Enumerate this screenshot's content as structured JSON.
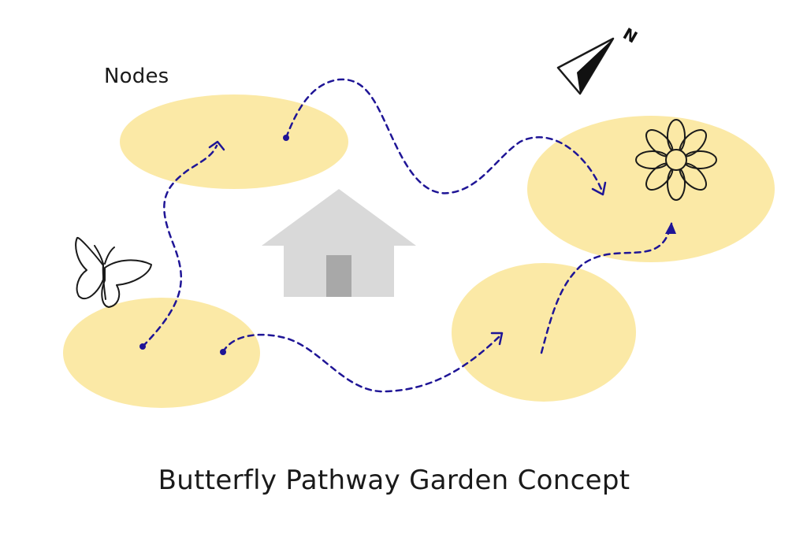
{
  "diagram": {
    "title": "Butterfly Pathway Garden Concept",
    "nodes_label": "Nodes",
    "compass_letter": "N"
  },
  "colors": {
    "node_fill": "#fbe9a6",
    "path_stroke": "#1f1596",
    "house_body": "#d9d9d9",
    "house_door": "#a8a8a8",
    "ink": "#1a1a1a"
  },
  "icons": [
    "house-icon",
    "butterfly-icon",
    "flower-icon",
    "north-arrow-icon"
  ]
}
